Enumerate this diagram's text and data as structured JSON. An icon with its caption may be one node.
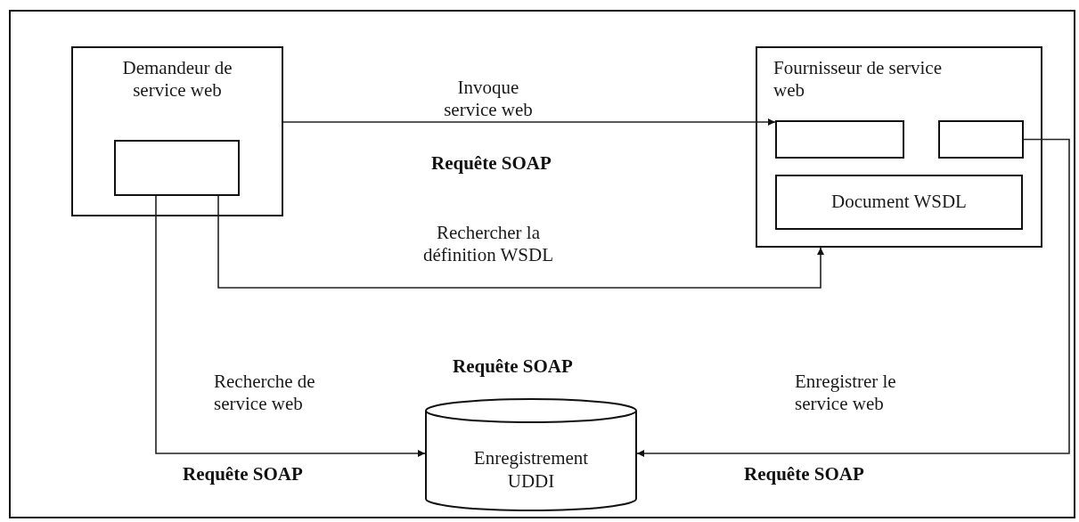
{
  "diagram": {
    "nodes": [
      {
        "text": [
          "Demandeur de service web"
        ]
      },
      {
        "text": [],
        "shape": "box",
        "in": 0
      },
      {
        "text": [
          "Fournisseur de service web"
        ]
      },
      {
        "text": [],
        "shape": "box",
        "in": 2
      },
      {
        "text": [],
        "shape": "box",
        "in": 2
      },
      {
        "text": [
          "Document WSDL"
        ],
        "in": 2
      },
      {
        "text": [
          "Enregistrement UDDI"
        ]
      }
    ],
    "edges": [
      {
        "from": 0,
        "to": 3,
        "arrow": "to",
        "label": "Invoque service web"
      },
      {
        "from": 1,
        "to": 2,
        "arrow": "to",
        "label": "Rechercher la définition WSDL"
      },
      {
        "from": 1,
        "to": 6,
        "arrow": "to",
        "label": "Recherche de service web"
      },
      {
        "from": 4,
        "to": 6,
        "arrow": "to",
        "label": "Enregistrer le service web"
      }
    ],
    "labels": [
      "Requête SOAP",
      "Requête SOAP",
      "Requête SOAP",
      "Requête SOAP"
    ]
  }
}
